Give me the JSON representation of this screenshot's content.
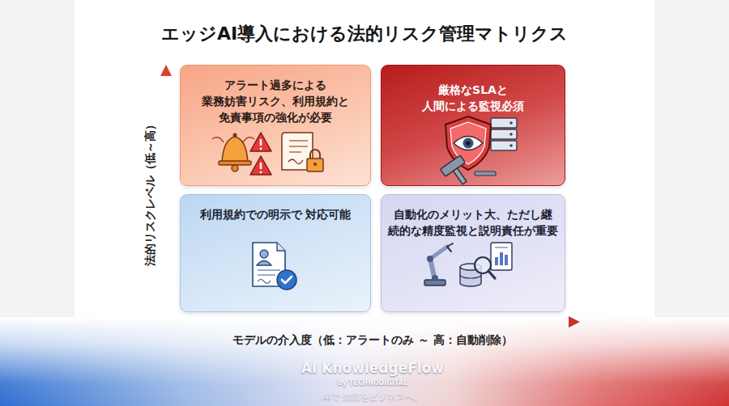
{
  "diagram": {
    "title": "エッジAI導入における法的リスク管理マトリクス",
    "nodes": [
      {
        "text": [
          "アラート過多による 業務妨害リスク、利用規約と 免責事項の強化が必要"
        ]
      },
      {
        "text": [
          "厳格なSLAと 人間による監視必須"
        ]
      },
      {
        "text": [
          "利用規約での明示で 対応可能"
        ]
      },
      {
        "text": [
          "自動化のメリット大、ただし継 続的な精度監視と説明責任が重要"
        ]
      }
    ],
    "labels": [
      "法的リスクレベル（低～高）",
      "モデルの介入度（低：アラートのみ ～ 高：自動削除）",
      "AI KnowledgeFlow",
      "by TECHNODIGITAL",
      "AIで 知識をビジネスへ。"
    ]
  }
}
